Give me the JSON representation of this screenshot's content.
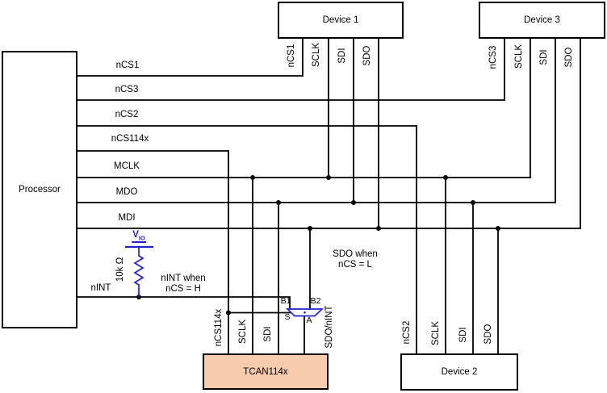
{
  "processor": {
    "label": "Processor",
    "nets": [
      "nCS1",
      "nCS3",
      "nCS2",
      "nCS114x",
      "MCLK",
      "MDO",
      "MDI",
      "nINT"
    ]
  },
  "devices": [
    {
      "name": "Device 1",
      "pins": [
        "nCS1",
        "SCLK",
        "SDI",
        "SDO"
      ]
    },
    {
      "name": "Device 3",
      "pins": [
        "nCS3",
        "SCLK",
        "SDI",
        "SDO"
      ]
    },
    {
      "name": "Device 2",
      "pins": [
        "nCS2",
        "SCLK",
        "SDI",
        "SDO"
      ]
    },
    {
      "name": "TCAN114x",
      "pins": [
        "nCS114x",
        "SCLK",
        "SDI",
        "SDO/nINT"
      ]
    }
  ],
  "pullup": {
    "supply_prefix": "V",
    "supply_sub": "IO",
    "value": "10k Ω"
  },
  "mux": {
    "input_b1": "B1",
    "input_b2": "B2",
    "select": "S",
    "output": "A"
  },
  "annotations": {
    "nint_line1": "nINT when",
    "nint_line2": "nCS = H",
    "sdo_line1": "SDO when",
    "sdo_line2": "nCS = L"
  },
  "colors": {
    "wire": "#000000",
    "accent": "#2222cc",
    "tcan_fill": "#f8cbad"
  }
}
